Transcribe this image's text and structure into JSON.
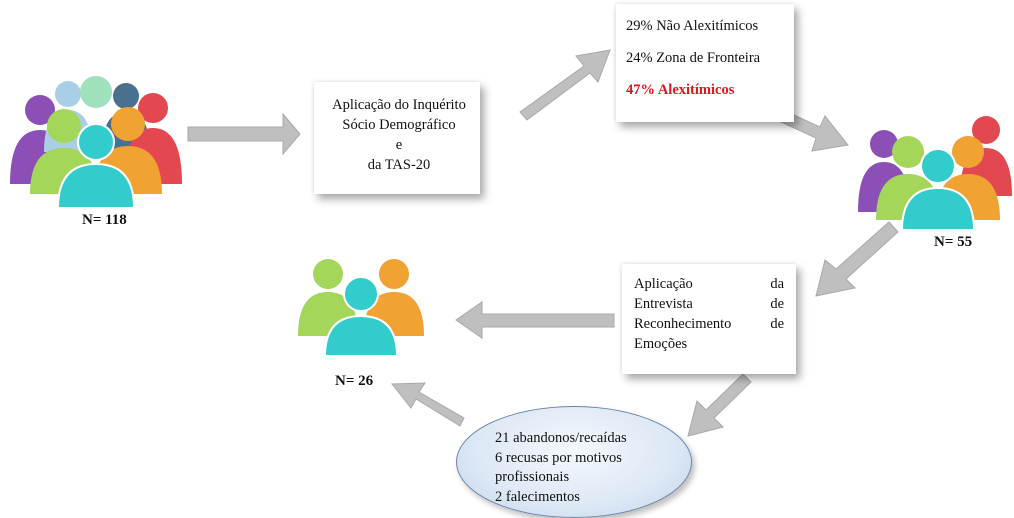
{
  "groups": {
    "initial": {
      "label": "N= 118"
    },
    "selected": {
      "label": "N= 55"
    },
    "final": {
      "label": "N= 26"
    }
  },
  "box_survey": {
    "lines": [
      "Aplicação do Inquérito",
      "Sócio Demográfico",
      "e",
      "da TAS-20"
    ]
  },
  "box_results": {
    "non_alexithymic": "29% Não Alexitímicos",
    "borderline": "24% Zona de Fronteira",
    "alexithymic": "47% Alexitímicos",
    "alexithymic_color": "#e0151b"
  },
  "box_interview": {
    "row1": [
      "Aplicação",
      "da"
    ],
    "row2": [
      "Entrevista",
      "de"
    ],
    "row3": [
      "Reconhecimento",
      "de"
    ],
    "row4": "Emoções"
  },
  "dropouts": {
    "lines": [
      "21 abandonos/recaídas",
      "6 recusas por motivos",
      "profissionais",
      "2 falecimentos"
    ]
  },
  "colors": {
    "arrow": "#bfbfbf",
    "purple": "#8b4fb6",
    "light_blue": "#a8cfe6",
    "mint": "#9fe1ba",
    "steel": "#4a708f",
    "red": "#e3474f",
    "green": "#a4d65a",
    "orange": "#f0a232",
    "cyan": "#33cccc"
  }
}
